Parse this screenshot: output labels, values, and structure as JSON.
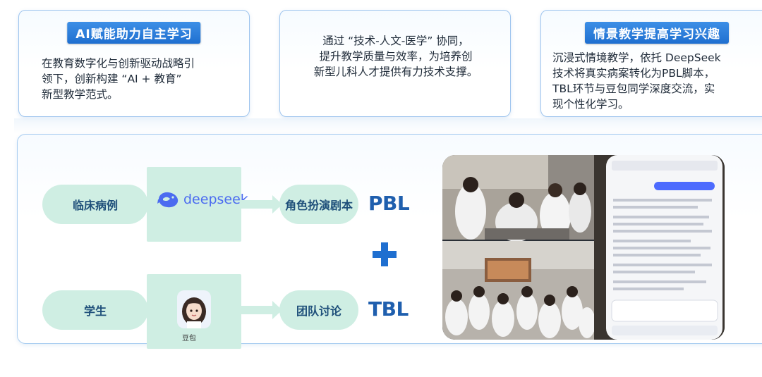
{
  "cards": [
    {
      "badge": "AI赋能助力自主学习",
      "lines": [
        "在教育数字化与创新驱动战略引",
        "领下，创新构建 “AI + 教育”",
        "新型教学范式。"
      ]
    },
    {
      "badge": "",
      "lines": [
        "通过 “技术-人文-医学” 协同，",
        "提升教学质量与效率，为培养创",
        "新型儿科人才提供有力技术支撑。"
      ]
    },
    {
      "badge": "情景教学提高学习兴趣",
      "lines": [
        "沉浸式情境教学，依托 DeepSeek",
        "技术将真实病案转化为PBL脚本，",
        "TBL环节与豆包同学深度交流，实",
        "现个性化学习。"
      ]
    }
  ],
  "flow": {
    "row1": {
      "start": "临床病例",
      "tool": "deepseek",
      "end": "角色扮演剧本",
      "tag": "PBL"
    },
    "plus": "+",
    "row2": {
      "start": "学生",
      "tool_label": "豆包",
      "end": "团队讨论",
      "tag": "TBL"
    }
  },
  "colors": {
    "accent": "#2a7de1",
    "pill": "#cfeee3",
    "tag": "#1f5fae",
    "arrow": "#cfeee3"
  },
  "icons": [
    "deepseek-whale-icon",
    "doubao-avatar-icon",
    "arrow-right-icon",
    "plus-icon"
  ]
}
